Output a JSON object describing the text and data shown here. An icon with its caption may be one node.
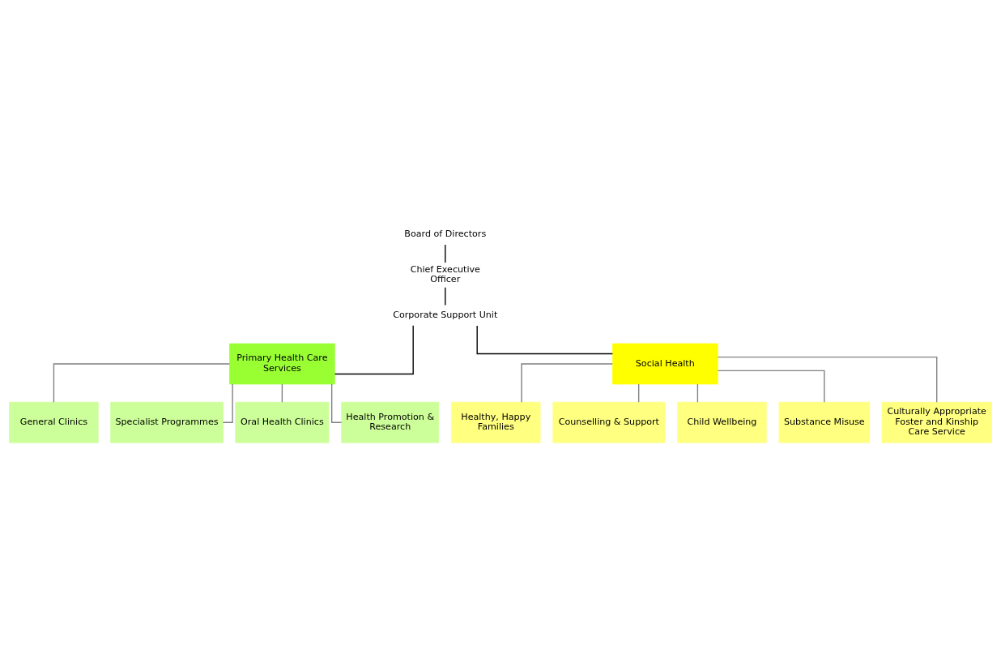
{
  "diagram": {
    "nodes": [
      {
        "text": [
          "Board of Directors"
        ]
      },
      {
        "text": [
          "Chief Executive Officer"
        ]
      },
      {
        "text": [
          "Corporate Support Unit"
        ]
      },
      {
        "text": [
          "Primary Health Care Services"
        ]
      },
      {
        "text": [
          "Social Health"
        ]
      },
      {
        "text": [
          "General Clinics"
        ]
      },
      {
        "text": [
          "Specialist Programmes"
        ]
      },
      {
        "text": [
          "Oral Health Clinics"
        ]
      },
      {
        "text": [
          "Health Promotion & Research"
        ]
      },
      {
        "text": [
          "Healthy, Happy Families"
        ]
      },
      {
        "text": [
          "Counselling & Support"
        ]
      },
      {
        "text": [
          "Child Wellbeing"
        ]
      },
      {
        "text": [
          "Substance Misuse"
        ]
      },
      {
        "text": [
          "Culturally Appropriate Foster and Kinship Care Service"
        ]
      }
    ],
    "edges": [
      {
        "from": 0,
        "to": 1,
        "arrow": "none",
        "color": "#000000"
      },
      {
        "from": 1,
        "to": 2,
        "arrow": "none",
        "color": "#000000"
      },
      {
        "from": 2,
        "to": 3,
        "arrow": "none",
        "color": "#000000"
      },
      {
        "from": 2,
        "to": 4,
        "arrow": "none",
        "color": "#000000"
      },
      {
        "from": 3,
        "to": 5,
        "arrow": "none"
      },
      {
        "from": 3,
        "to": 6,
        "arrow": "none"
      },
      {
        "from": 3,
        "to": 7,
        "arrow": "none"
      },
      {
        "from": 3,
        "to": 8,
        "arrow": "none"
      },
      {
        "from": 4,
        "to": 9,
        "arrow": "none"
      },
      {
        "from": 4,
        "to": 10,
        "arrow": "none"
      },
      {
        "from": 4,
        "to": 11,
        "arrow": "none"
      },
      {
        "from": 4,
        "to": 12,
        "arrow": "none"
      },
      {
        "from": 4,
        "to": 13,
        "arrow": "none"
      }
    ]
  }
}
